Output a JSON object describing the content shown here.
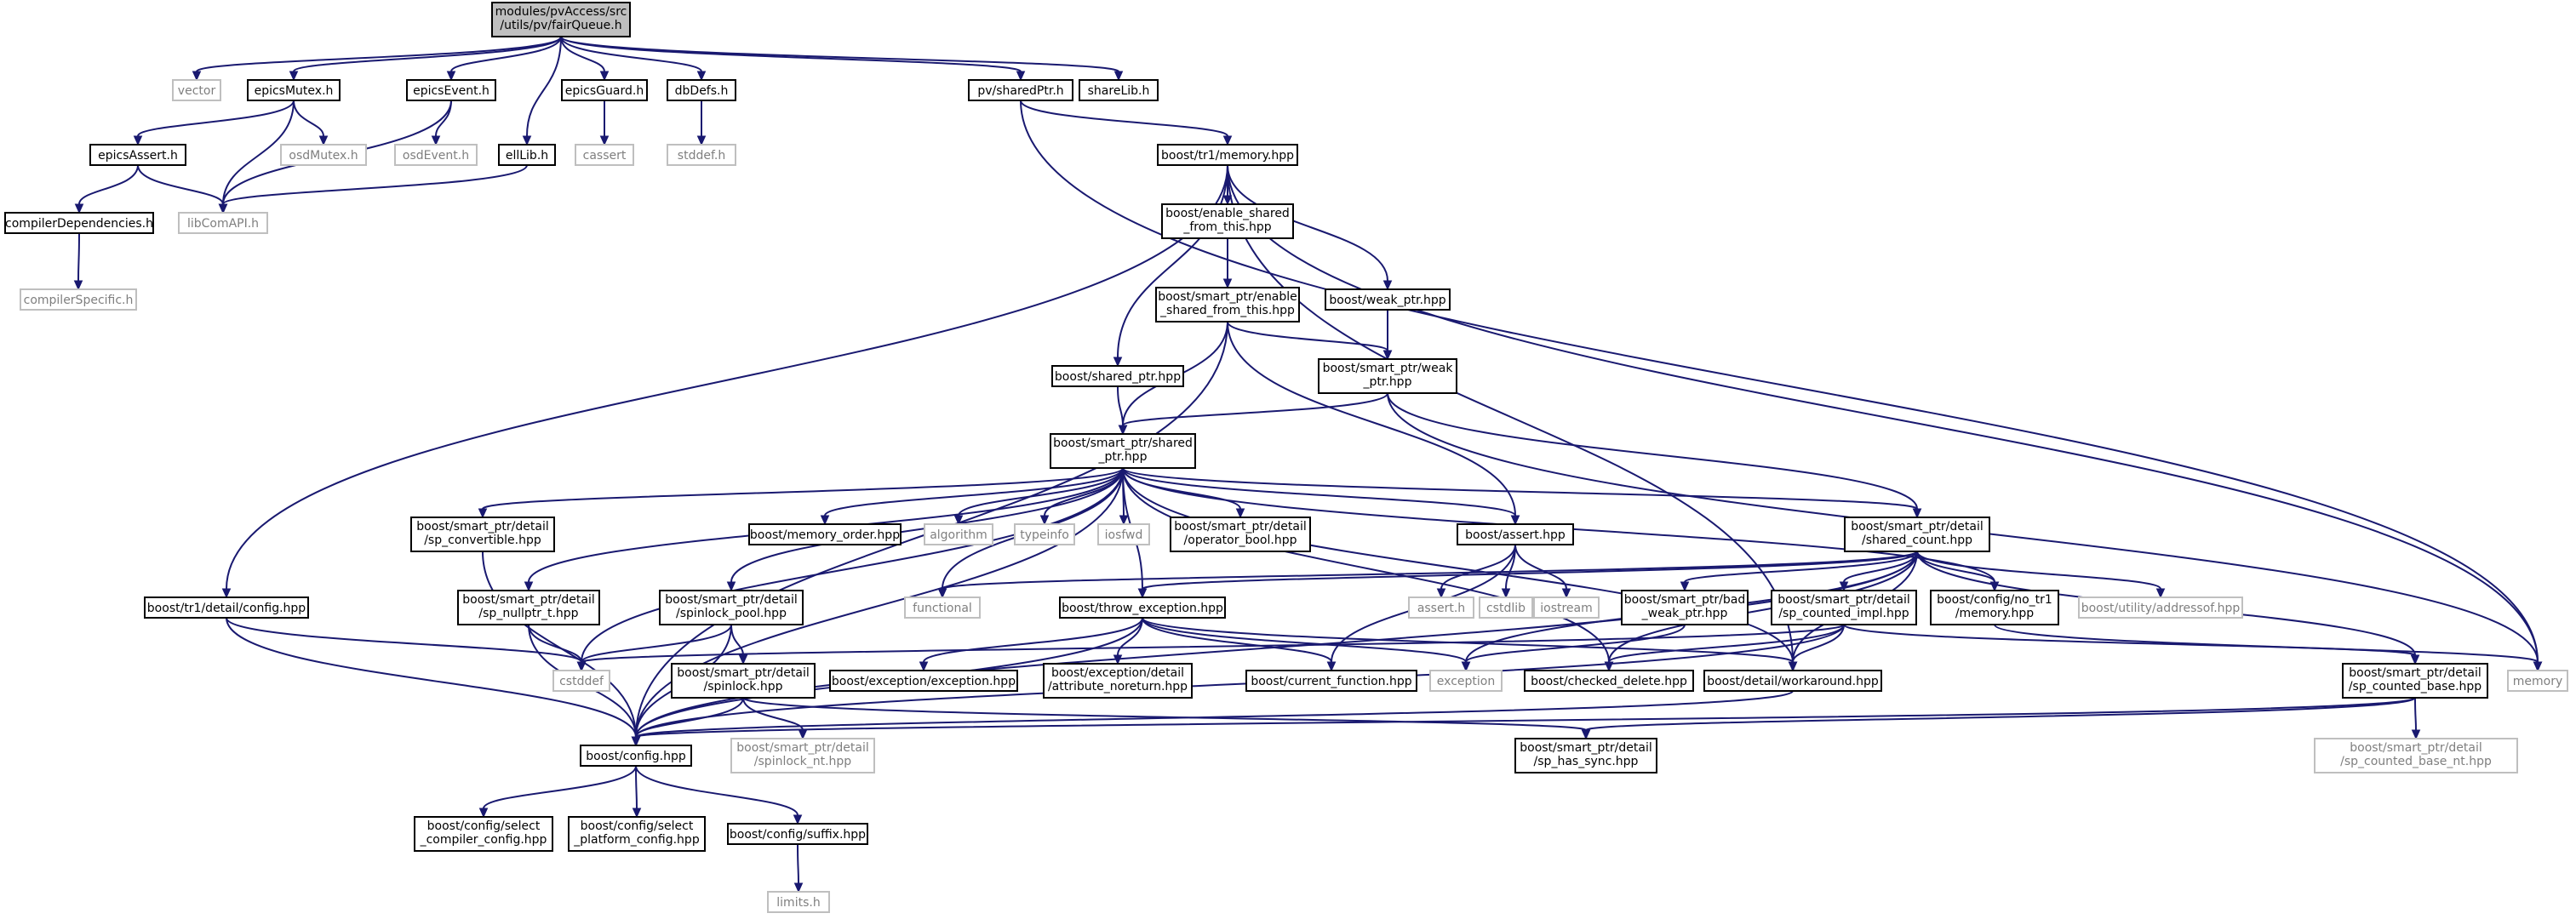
{
  "colors": {
    "edge": "#191970",
    "root_fill": "#bfbfbf",
    "external_border": "#bfbfbf",
    "external_text": "#7f7f7f"
  },
  "nodes": {
    "fairqueue": [
      "modules/pvAccess/src",
      "/utils/pv/fairQueue.h"
    ],
    "vector": [
      "vector"
    ],
    "epicsmutex": [
      "epicsMutex.h"
    ],
    "epicsevent": [
      "epicsEvent.h"
    ],
    "elllib": [
      "ellLib.h"
    ],
    "epicsguard": [
      "epicsGuard.h"
    ],
    "dbdefs": [
      "dbDefs.h"
    ],
    "pvsharedptr": [
      "pv/sharedPtr.h"
    ],
    "sharelib": [
      "shareLib.h"
    ],
    "epicsassert": [
      "epicsAssert.h"
    ],
    "osdmutex": [
      "osdMutex.h"
    ],
    "libcomapi": [
      "libComAPI.h"
    ],
    "osdevent": [
      "osdEvent.h"
    ],
    "cassert": [
      "cassert"
    ],
    "stddef_h": [
      "stddef.h"
    ],
    "tr1memory": [
      "boost/tr1/memory.hpp"
    ],
    "compilerdeps": [
      "compilerDependencies.h"
    ],
    "compilerspecific": [
      "compilerSpecific.h"
    ],
    "enable_shared": [
      "boost/enable_shared",
      "_from_this.hpp"
    ],
    "sp_enable_shared": [
      "boost/smart_ptr/enable",
      "_shared_from_this.hpp"
    ],
    "weak_ptr": [
      "boost/weak_ptr.hpp"
    ],
    "shared_ptr_hpp": [
      "boost/shared_ptr.hpp"
    ],
    "sp_weak_ptr": [
      "boost/smart_ptr/weak",
      "_ptr.hpp"
    ],
    "sp_shared_ptr": [
      "boost/smart_ptr/shared",
      "_ptr.hpp"
    ],
    "sp_convertible": [
      "boost/smart_ptr/detail",
      "/sp_convertible.hpp"
    ],
    "memory_order": [
      "boost/memory_order.hpp"
    ],
    "algorithm": [
      "algorithm"
    ],
    "typeinfo": [
      "typeinfo"
    ],
    "iosfwd": [
      "iosfwd"
    ],
    "operator_bool": [
      "boost/smart_ptr/detail",
      "/operator_bool.hpp"
    ],
    "assert_hpp": [
      "boost/assert.hpp"
    ],
    "shared_count": [
      "boost/smart_ptr/detail",
      "/shared_count.hpp"
    ],
    "tr1_config": [
      "boost/tr1/detail/config.hpp"
    ],
    "sp_nullptr": [
      "boost/smart_ptr/detail",
      "/sp_nullptr_t.hpp"
    ],
    "spinlock_pool": [
      "boost/smart_ptr/detail",
      "/spinlock_pool.hpp"
    ],
    "functional": [
      "functional"
    ],
    "throw_exception": [
      "boost/throw_exception.hpp"
    ],
    "assert_h": [
      "assert.h"
    ],
    "cstdlib": [
      "cstdlib"
    ],
    "iostream": [
      "iostream"
    ],
    "bad_weak_ptr": [
      "boost/smart_ptr/bad",
      "_weak_ptr.hpp"
    ],
    "sp_counted_impl": [
      "boost/smart_ptr/detail",
      "/sp_counted_impl.hpp"
    ],
    "no_tr1_memory": [
      "boost/config/no_tr1",
      "/memory.hpp"
    ],
    "addressof": [
      "boost/utility/addressof.hpp"
    ],
    "cstddef": [
      "cstddef"
    ],
    "spinlock": [
      "boost/smart_ptr/detail",
      "/spinlock.hpp"
    ],
    "exception_hpp": [
      "boost/exception/exception.hpp"
    ],
    "attribute_noreturn": [
      "boost/exception/detail",
      "/attribute_noreturn.hpp"
    ],
    "current_function": [
      "boost/current_function.hpp"
    ],
    "exception": [
      "exception"
    ],
    "checked_delete": [
      "boost/checked_delete.hpp"
    ],
    "workaround": [
      "boost/detail/workaround.hpp"
    ],
    "sp_counted_base": [
      "boost/smart_ptr/detail",
      "/sp_counted_base.hpp"
    ],
    "memory": [
      "memory"
    ],
    "boost_config": [
      "boost/config.hpp"
    ],
    "spinlock_nt": [
      "boost/smart_ptr/detail",
      "/spinlock_nt.hpp"
    ],
    "sp_has_sync": [
      "boost/smart_ptr/detail",
      "/sp_has_sync.hpp"
    ],
    "sp_counted_base_nt": [
      "boost/smart_ptr/detail",
      "/sp_counted_base_nt.hpp"
    ],
    "select_compiler": [
      "boost/config/select",
      "_compiler_config.hpp"
    ],
    "select_platform": [
      "boost/config/select",
      "_platform_config.hpp"
    ],
    "suffix": [
      "boost/config/suffix.hpp"
    ],
    "limits_h": [
      "limits.h"
    ]
  }
}
